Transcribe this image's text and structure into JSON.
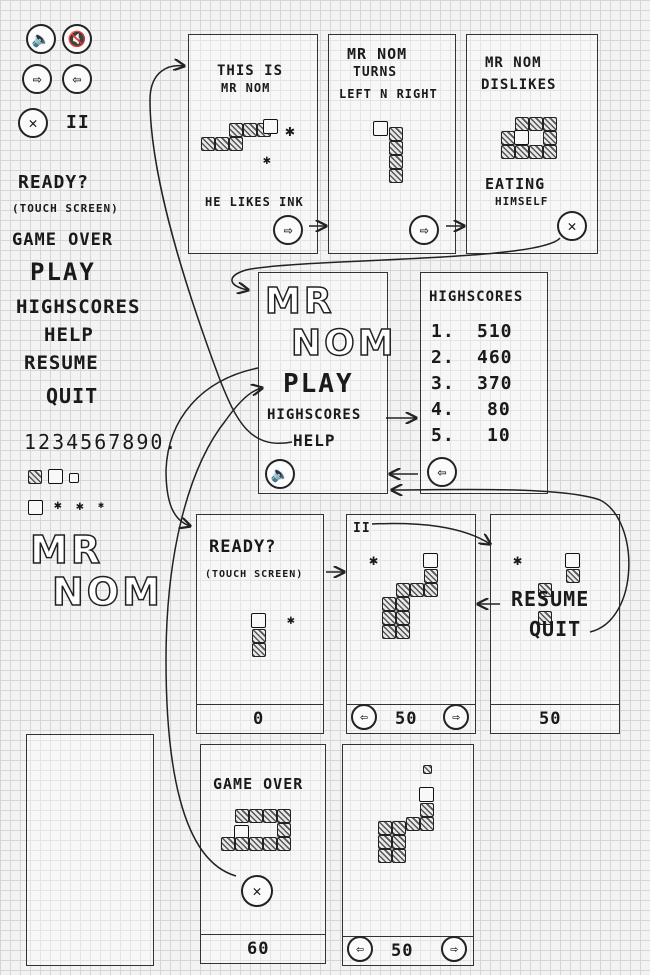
{
  "assets": {
    "icons": [
      "sound-on-icon",
      "sound-off-icon",
      "arrow-right-icon",
      "arrow-left-icon",
      "close-icon",
      "pause-icon"
    ],
    "texts": [
      "READY?",
      "(TOUCH SCREEN)",
      "GAME OVER",
      "PLAY",
      "HIGHSCORES",
      "HELP",
      "RESUME",
      "QUIT"
    ],
    "digits": "1234567890.",
    "logo_line1": "MR",
    "logo_line2": "NOM"
  },
  "help1": {
    "line1": "THIS IS",
    "line2": "MR NOM",
    "caption": "HE LIKES INK"
  },
  "help2": {
    "line1": "MR NOM",
    "line2": "TURNS",
    "line3": "LEFT N RIGHT"
  },
  "help3": {
    "line1": "MR NOM",
    "line2": "DISLIKES",
    "line3": "EATING",
    "line4": "HIMSELF"
  },
  "menu": {
    "logo_line1": "MR",
    "logo_line2": "NOM",
    "play": "PLAY",
    "highscores": "HIGHSCORES",
    "help": "HELP"
  },
  "highscores": {
    "title": "HIGHSCORES",
    "entries": [
      {
        "rank": "1.",
        "score": "510"
      },
      {
        "rank": "2.",
        "score": "460"
      },
      {
        "rank": "3.",
        "score": "370"
      },
      {
        "rank": "4.",
        "score": "80"
      },
      {
        "rank": "5.",
        "score": "10"
      }
    ]
  },
  "ready": {
    "title": "READY?",
    "subtitle": "(TOUCH SCREEN)",
    "score": "0"
  },
  "running": {
    "pause": "II",
    "score": "50"
  },
  "paused": {
    "resume": "RESUME",
    "quit": "QUIT",
    "score": "50"
  },
  "gameover": {
    "title": "GAME OVER",
    "score": "60"
  },
  "running2": {
    "score": "50"
  }
}
